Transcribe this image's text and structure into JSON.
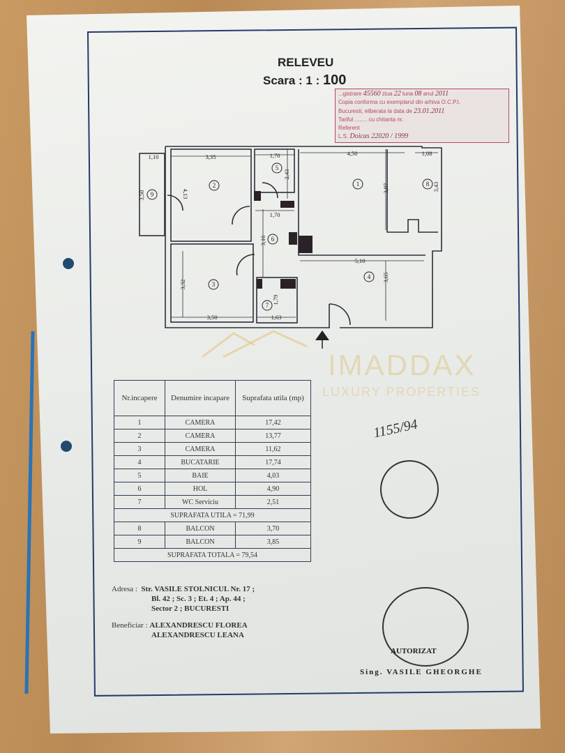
{
  "header": {
    "title": "RELEVEU",
    "scale_label": "Scara  :  1 :",
    "scale_value": "100"
  },
  "registration_stamp": {
    "line1": "...gistrare",
    "number": "45560",
    "ziua_label": "ziua",
    "day": "22",
    "luna_label": "luna",
    "month": "08",
    "anul_label": "anul",
    "year": "2011",
    "line2": "Copia conforma cu exemplarul din arhiva O.C.P.I.",
    "line3": "Bucuresti, eliberata la data de",
    "date": "23.01.2011",
    "line4": "Tariful ........ cu chitanta nr.",
    "line5": "Referent",
    "line6": "L.S.",
    "ls_value": "Doicas 22020 / 1999"
  },
  "floor_plan": {
    "rooms": [
      "1",
      "2",
      "3",
      "4",
      "5",
      "6",
      "7",
      "8",
      "9"
    ],
    "dimensions": [
      "1,10",
      "3,35",
      "1,70",
      "4,50",
      "1,08",
      "3,50",
      "4,13",
      "2,43",
      "3,87",
      "3,43",
      "1,70",
      "3,16",
      "5,10",
      "3,32",
      "3,65",
      "1,79",
      "3,50",
      "1,63"
    ]
  },
  "watermark": {
    "brand": "IMADDAX",
    "tagline": "LUXURY PROPERTIES"
  },
  "table": {
    "headers": [
      "Nr.incapere",
      "Denumire incapare",
      "Suprafata utila (mp)"
    ],
    "rows": [
      {
        "nr": "1",
        "name": "CAMERA",
        "area": "17,42"
      },
      {
        "nr": "2",
        "name": "CAMERA",
        "area": "13,77"
      },
      {
        "nr": "3",
        "name": "CAMERA",
        "area": "11,62"
      },
      {
        "nr": "4",
        "name": "BUCATARIE",
        "area": "17,74"
      },
      {
        "nr": "5",
        "name": "BAIE",
        "area": "4,03"
      },
      {
        "nr": "6",
        "name": "HOL",
        "area": "4,90"
      },
      {
        "nr": "7",
        "name": "WC Serviciu",
        "area": "2,51"
      }
    ],
    "subtotal": "SUPRAFATA UTILA =   71,99",
    "balconies": [
      {
        "nr": "8",
        "name": "BALCON",
        "area": "3,70"
      },
      {
        "nr": "9",
        "name": "BALCON",
        "area": "3,85"
      }
    ],
    "total": "SUPRAFATA TOTALA =  79,54"
  },
  "handwritten_note": "1155/94",
  "address": {
    "label": "Adresa  :",
    "line1": "Str. VASILE STOLNICUL Nr. 17 ;",
    "line2": "Bl. 42 ; Sc. 3 ; Et. 4 ; Ap. 44 ;",
    "line3": "Sector 2 ; BUCURESTI"
  },
  "beneficiary": {
    "label": "Beneficiar :",
    "name1": "ALEXANDRESCU  FLOREA",
    "name2": "ALEXANDRESCU  LEANA"
  },
  "authorization": {
    "label": "AUTORIZAT",
    "signer": "Sing.  VASILE  GHEORGHE"
  }
}
